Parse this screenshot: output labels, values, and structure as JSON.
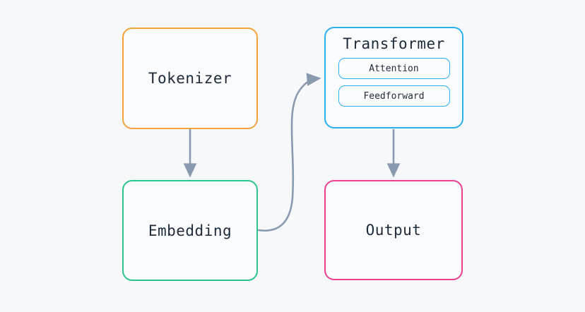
{
  "diagram": {
    "background_color": "#f7f8fa",
    "edge_color": "#8a9bb0",
    "nodes": [
      {
        "id": "tokenizer",
        "label": "Tokenizer",
        "border_color": "#f2a33c"
      },
      {
        "id": "embedding",
        "label": "Embedding",
        "border_color": "#2bc48a"
      },
      {
        "id": "transformer",
        "label": "Transformer",
        "border_color": "#29b0ef",
        "children": [
          {
            "id": "attention",
            "label": "Attention",
            "border_color": "#29b0ef"
          },
          {
            "id": "feedforward",
            "label": "Feedforward",
            "border_color": "#29b0ef"
          }
        ]
      },
      {
        "id": "output",
        "label": "Output",
        "border_color": "#ec3f92"
      }
    ],
    "edges": [
      {
        "id": "tokenizer-to-embedding",
        "from": "tokenizer",
        "to": "embedding",
        "style": "straight-down"
      },
      {
        "id": "embedding-to-transformer",
        "from": "embedding",
        "to": "transformer",
        "style": "s-curve"
      },
      {
        "id": "transformer-to-output",
        "from": "transformer",
        "to": "output",
        "style": "straight-down"
      }
    ]
  }
}
